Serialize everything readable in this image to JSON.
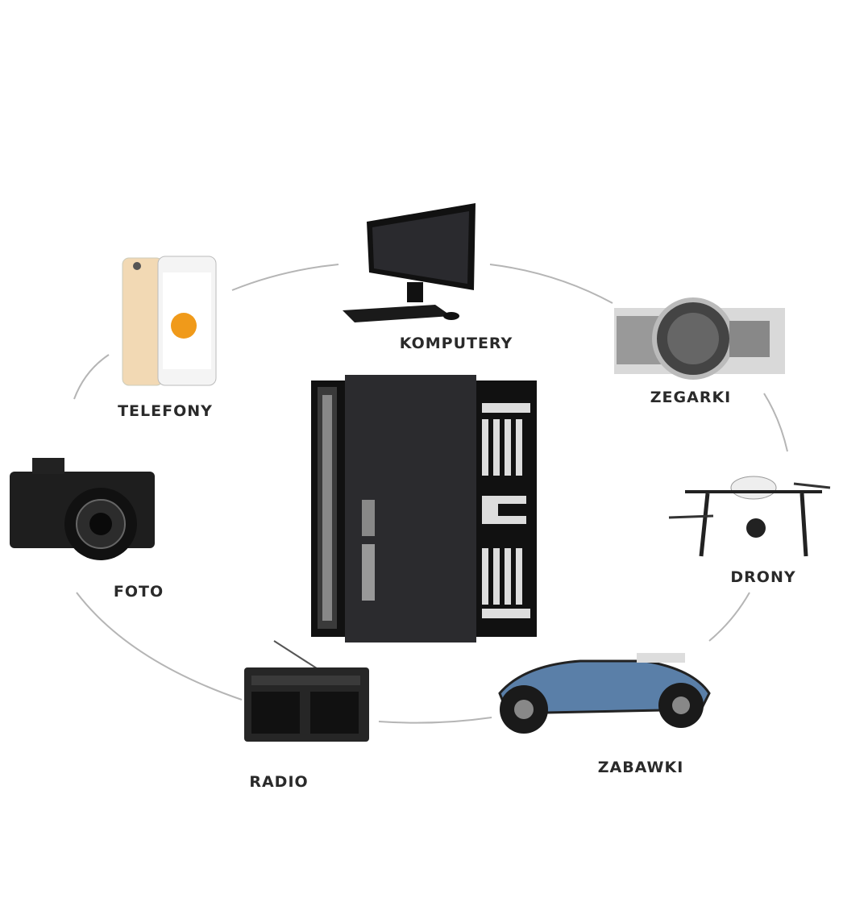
{
  "categories": {
    "computers": "KOMPUTERY",
    "phones": "TELEFONY",
    "watches": "ZEGARKI",
    "drones": "DRONY",
    "toys": "ZABAWKI",
    "radio": "RADIO",
    "photo": "FOTO"
  },
  "colors": {
    "connector": "#b5b5b5",
    "product": "#2b2b2e",
    "label": "#2a2a2a"
  }
}
